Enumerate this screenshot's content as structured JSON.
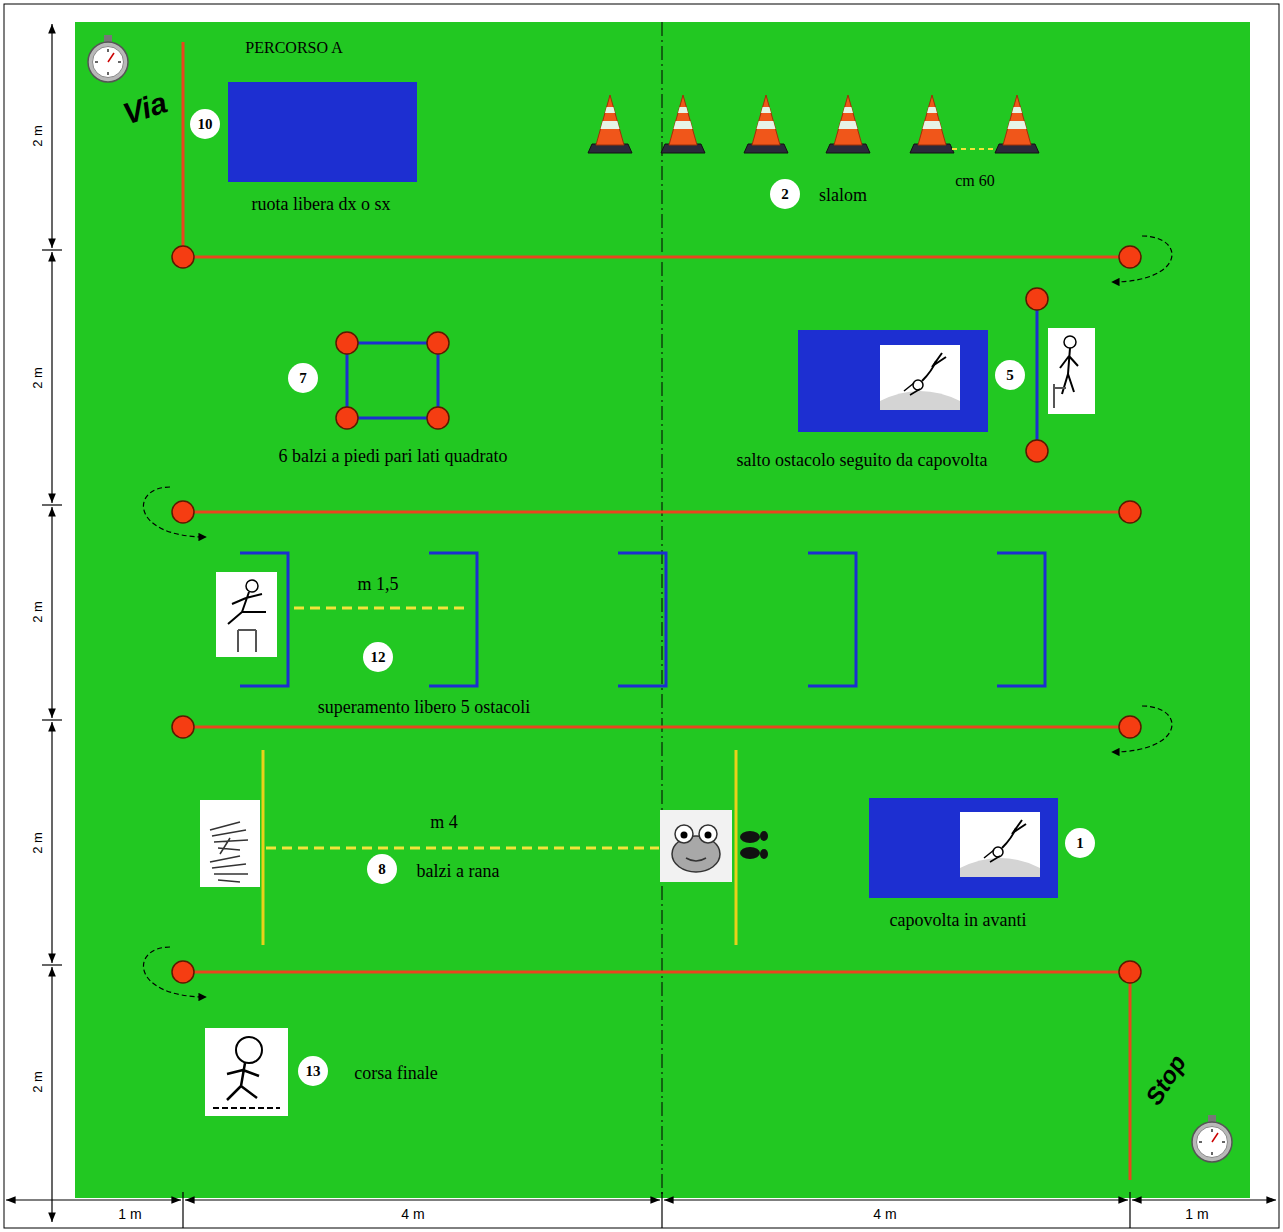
{
  "diagram": {
    "title": "PERCORSO A",
    "nodes": [
      {
        "text": [
          "10"
        ]
      },
      {
        "text": [
          "2"
        ]
      },
      {
        "text": [
          "7"
        ]
      },
      {
        "text": [
          "5"
        ]
      },
      {
        "text": [
          "12"
        ]
      },
      {
        "text": [
          "8"
        ]
      },
      {
        "text": [
          "1"
        ]
      },
      {
        "text": [
          "13"
        ]
      }
    ],
    "labels": [
      "Via",
      "ruota libera dx o sx",
      "slalom",
      "cm 60",
      "6 balzi a piedi pari lati quadrato",
      "salto ostacolo seguito da capovolta",
      "m 1,5",
      "superamento libero 5 ostacoli",
      "m 4",
      "balzi a rana",
      "capovolta in avanti",
      "corsa finale",
      "Stop",
      "2 m",
      "2 m",
      "2 m",
      "2 m",
      "2 m",
      "1 m",
      "4 m",
      "4 m",
      "1 m"
    ]
  }
}
